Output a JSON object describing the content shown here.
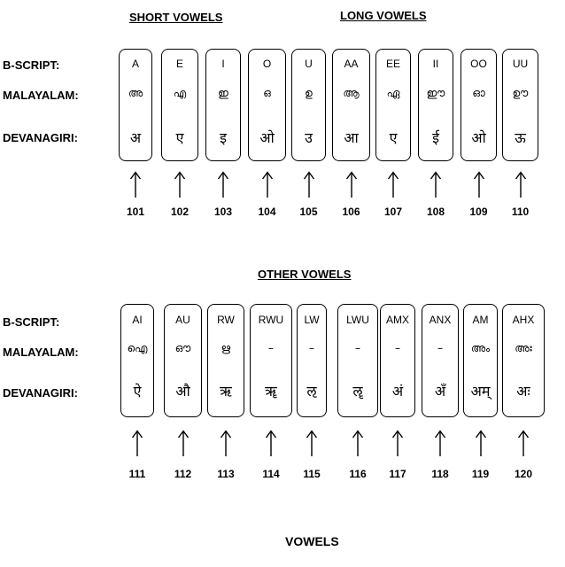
{
  "headings": {
    "short_vowels": "SHORT VOWELS",
    "long_vowels": "LONG VOWELS",
    "other_vowels": "OTHER VOWELS"
  },
  "row_labels": {
    "bscript": "B-SCRIPT:",
    "malayalam": "MALAYALAM:",
    "devanagiri": "DEVANAGIRI:"
  },
  "caption": "VOWELS",
  "rows": [
    {
      "entries": [
        {
          "b": "A",
          "m": "അ",
          "d": "अ",
          "code": "101"
        },
        {
          "b": "E",
          "m": "എ",
          "d": "ए",
          "code": "102"
        },
        {
          "b": "I",
          "m": "ഇ",
          "d": "इ",
          "code": "103"
        },
        {
          "b": "O",
          "m": "ഒ",
          "d": "ओ",
          "code": "104"
        },
        {
          "b": "U",
          "m": "ഉ",
          "d": "उ",
          "code": "105"
        },
        {
          "b": "AA",
          "m": "ആ",
          "d": "आ",
          "code": "106"
        },
        {
          "b": "EE",
          "m": "ഏ",
          "d": "ए",
          "code": "107"
        },
        {
          "b": "II",
          "m": "ഈ",
          "d": "ई",
          "code": "108"
        },
        {
          "b": "OO",
          "m": "ഓ",
          "d": "ओ",
          "code": "109"
        },
        {
          "b": "UU",
          "m": "ഊ",
          "d": "ऊ",
          "code": "110"
        }
      ]
    },
    {
      "entries": [
        {
          "b": "AI",
          "m": "ഐ",
          "d": "ऐ",
          "code": "111"
        },
        {
          "b": "AU",
          "m": "ഔ",
          "d": "औ",
          "code": "112"
        },
        {
          "b": "RW",
          "m": "ഋ",
          "d": "ऋ",
          "code": "113"
        },
        {
          "b": "RWU",
          "m": "–",
          "d": "ॠ",
          "code": "114"
        },
        {
          "b": "LW",
          "m": "–",
          "d": "ऌ",
          "code": "115"
        },
        {
          "b": "LWU",
          "m": "–",
          "d": "ॡ",
          "code": "116"
        },
        {
          "b": "AMX",
          "m": "–",
          "d": "अं",
          "code": "117"
        },
        {
          "b": "ANX",
          "m": "–",
          "d": "अँ",
          "code": "118"
        },
        {
          "b": "AM",
          "m": "അം",
          "d": "अम्",
          "code": "119"
        },
        {
          "b": "AHX",
          "m": "അഃ",
          "d": "अः",
          "code": "120"
        }
      ]
    }
  ]
}
